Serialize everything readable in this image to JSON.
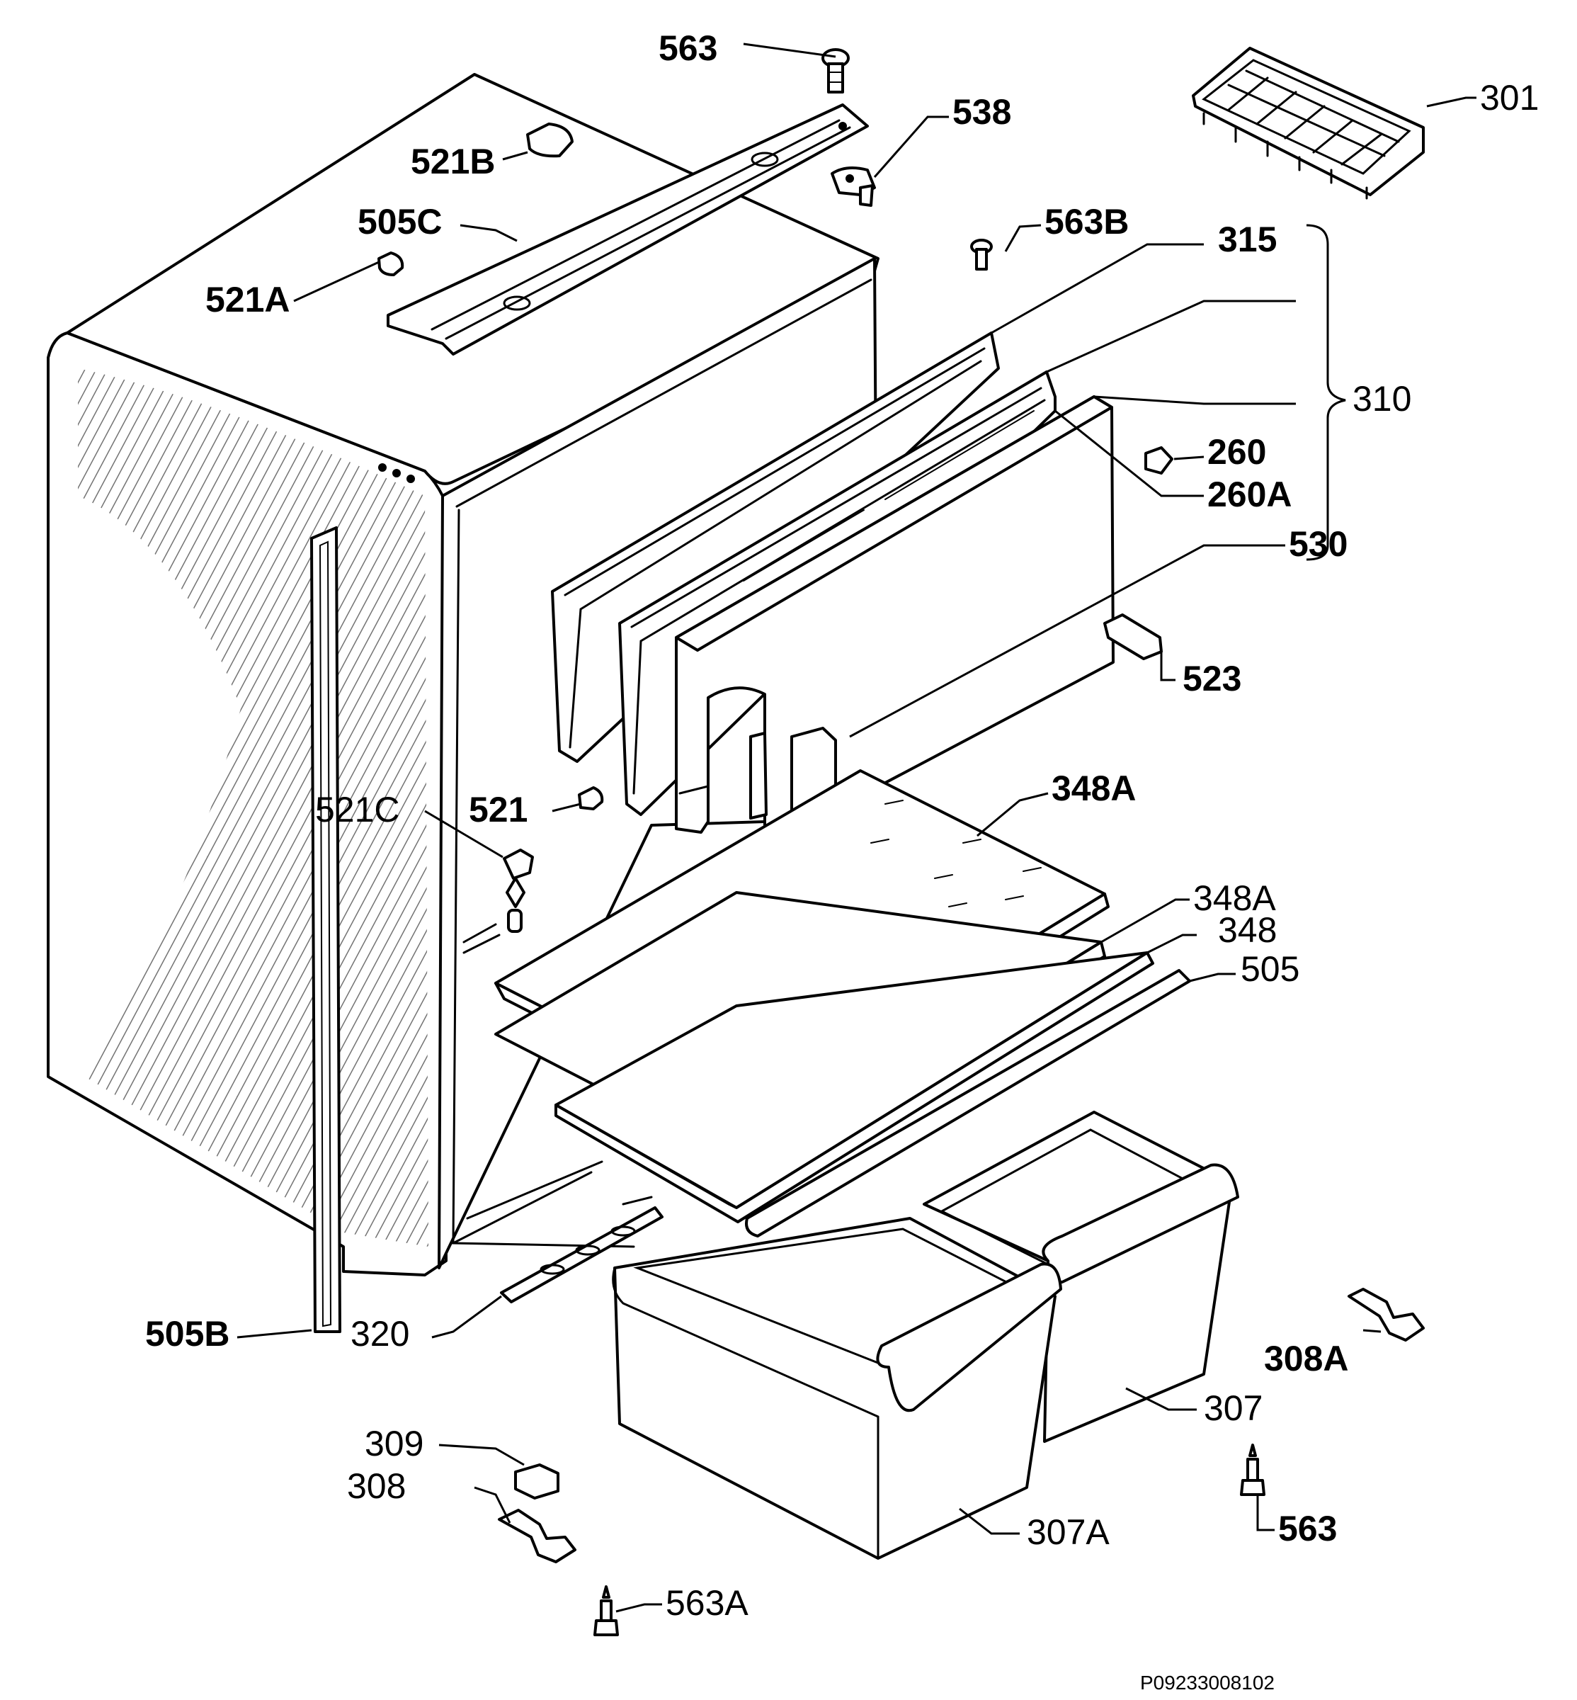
{
  "drawing_ref": "P09233008102",
  "labels": {
    "l563_top": "563",
    "l301": "301",
    "l538": "538",
    "l521b": "521B",
    "l505c": "505C",
    "l563b": "563B",
    "l315": "315",
    "l521a": "521A",
    "l310": "310",
    "l260": "260",
    "l260a": "260A",
    "l530": "530",
    "l523": "523",
    "l348a_1": "348A",
    "l521c": "521C",
    "l521": "521",
    "l348a_2": "348A",
    "l348": "348",
    "l505": "505",
    "l505b": "505B",
    "l320": "320",
    "l308a": "308A",
    "l307": "307",
    "l309": "309",
    "l308": "308",
    "l307a": "307A",
    "l563_right": "563",
    "l563a": "563A"
  }
}
